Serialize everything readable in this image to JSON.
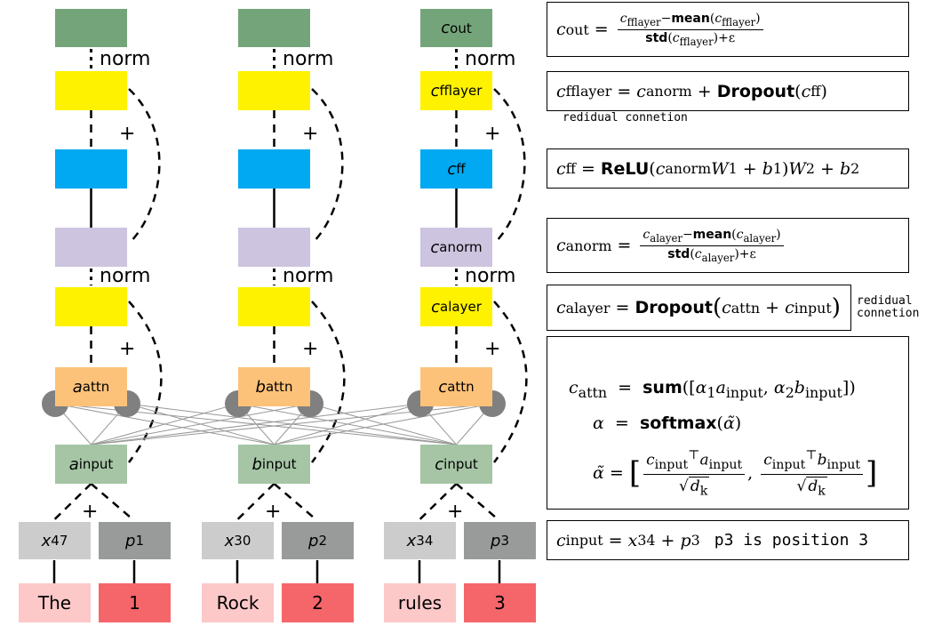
{
  "columns": [
    {
      "out_label": "",
      "fflayer_label": "",
      "ff_label": "",
      "anorm_label": "",
      "alayer_label": "",
      "attn": {
        "base": "a",
        "sub": "attn"
      },
      "input": {
        "base": "a",
        "sub": "input"
      },
      "token": {
        "base": "x",
        "sub": "47"
      },
      "position": {
        "base": "p",
        "sub": "1"
      },
      "word": "The",
      "number": "1"
    },
    {
      "out_label": "",
      "fflayer_label": "",
      "ff_label": "",
      "anorm_label": "",
      "alayer_label": "",
      "attn": {
        "base": "b",
        "sub": "attn"
      },
      "input": {
        "base": "b",
        "sub": "input"
      },
      "token": {
        "base": "x",
        "sub": "30"
      },
      "position": {
        "base": "p",
        "sub": "2"
      },
      "word": "Rock",
      "number": "2"
    },
    {
      "out_label": {
        "base": "c",
        "sub": "out"
      },
      "fflayer_label": {
        "base": "c",
        "sub": "fflayer"
      },
      "ff_label": {
        "base": "c",
        "sub": "ff"
      },
      "anorm_label": {
        "base": "c",
        "sub": "anorm"
      },
      "alayer_label": {
        "base": "c",
        "sub": "alayer"
      },
      "attn": {
        "base": "c",
        "sub": "attn"
      },
      "input": {
        "base": "c",
        "sub": "input"
      },
      "token": {
        "base": "x",
        "sub": "34"
      },
      "position": {
        "base": "p",
        "sub": "3"
      },
      "word": "rules",
      "number": "3"
    }
  ],
  "labels": {
    "norm": "norm",
    "plus": "+"
  },
  "equations": {
    "out": {
      "lhs": "c",
      "lhs_sub": "out",
      "mean": "mean",
      "std": "std",
      "var": "c",
      "var_sub": "fflayer",
      "eps": "+ε"
    },
    "fflayer": {
      "lhs": "c",
      "lhs_sub": "fflayer",
      "a": "c",
      "a_sub": "anorm",
      "dropout": "Dropout",
      "b": "c",
      "b_sub": "ff",
      "note": "redidual connetion"
    },
    "ff": {
      "lhs": "c",
      "lhs_sub": "ff",
      "relu": "ReLU",
      "c": "c",
      "c_sub": "anorm",
      "w1": "W",
      "w1_sub": "1",
      "b1": "b",
      "b1_sub": "1",
      "w2": "W",
      "w2_sub": "2",
      "b2": "b",
      "b2_sub": "2"
    },
    "anorm": {
      "lhs": "c",
      "lhs_sub": "anorm",
      "mean": "mean",
      "std": "std",
      "var": "c",
      "var_sub": "alayer",
      "eps": "+ε"
    },
    "alayer": {
      "lhs": "c",
      "lhs_sub": "alayer",
      "dropout": "Dropout",
      "a": "c",
      "a_sub": "attn",
      "b": "c",
      "b_sub": "input",
      "note": "redidual connetion"
    },
    "attn": {
      "lhs": "c",
      "lhs_sub": "attn",
      "sum": "sum",
      "alpha": "α",
      "a1": "α",
      "a1_sub": "1",
      "av": "a",
      "av_sub": "input",
      "a2": "α",
      "a2_sub": "2",
      "bv": "b",
      "bv_sub": "input",
      "softmax": "softmax",
      "atilde": "α̃",
      "q": "c",
      "q_sub": "input",
      "t": "⊤",
      "k1": "a",
      "k1_sub": "input",
      "k2": "b",
      "k2_sub": "input",
      "d": "d",
      "d_sub": "k"
    },
    "input": {
      "lhs": "c",
      "lhs_sub": "input",
      "x": "x",
      "x_sub": "34",
      "p": "p",
      "p_sub": "3",
      "note": "p3 is position 3"
    }
  },
  "colors": {
    "output": "#74a57a",
    "layer": "#fff200",
    "feedforward": "#00a9f1",
    "norm": "#cdc4e0",
    "attention": "#fdc27a",
    "input": "#a5c5a5",
    "token": "#cccccc",
    "position": "#999b9b",
    "word": "#fcc8c8",
    "number": "#f5666a",
    "head": "#808080"
  }
}
